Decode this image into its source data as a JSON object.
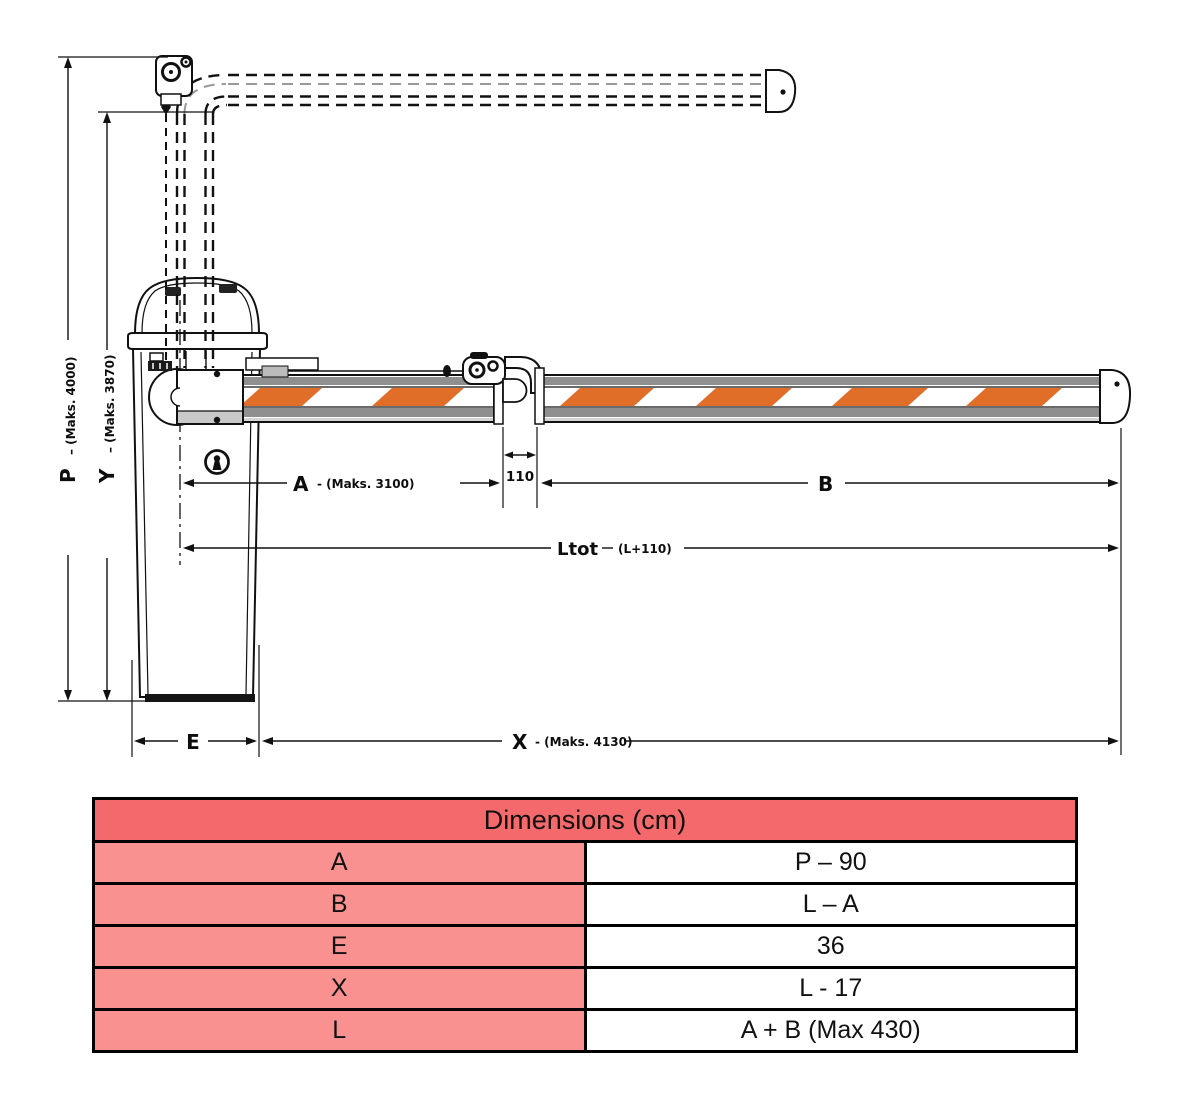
{
  "diagram": {
    "labels": {
      "p": {
        "letter": "P",
        "note": "– (Maks. 4000)"
      },
      "y": {
        "letter": "Y",
        "note": "– (Maks. 3870)"
      },
      "a": {
        "letter": "A",
        "note": "- (Maks. 3100)"
      },
      "gap": {
        "value": "110"
      },
      "b": {
        "letter": "B"
      },
      "ltot": {
        "letter": "Ltot",
        "note": "(L+110)"
      },
      "e": {
        "letter": "E"
      },
      "x": {
        "letter": "X",
        "note": "- (Maks. 4130)"
      }
    },
    "colors": {
      "stripe_orange": "#e06e29",
      "line_black": "#111111"
    }
  },
  "table": {
    "header": "Dimensions (cm)",
    "rows": [
      {
        "name": "A",
        "value": "P – 90"
      },
      {
        "name": "B",
        "value": "L – A"
      },
      {
        "name": "E",
        "value": "36"
      },
      {
        "name": "X",
        "value": "L - 17"
      },
      {
        "name": "L",
        "value": "A + B (Max 430)"
      }
    ],
    "colors": {
      "header_bg": "#f4696b",
      "label_bg": "#f8918f",
      "border": "#000000"
    }
  }
}
